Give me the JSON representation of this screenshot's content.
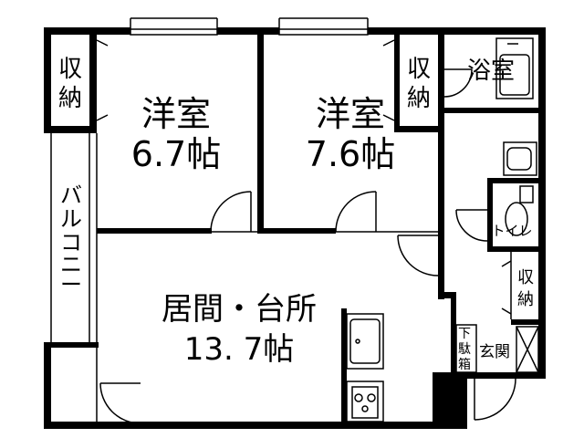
{
  "rooms": {
    "western1": {
      "name": "洋室",
      "size": "6.7帖"
    },
    "western2": {
      "name": "洋室",
      "size": "7.6帖"
    },
    "living": {
      "name": "居間・台所",
      "size": "13. 7帖"
    },
    "bath": {
      "name": "浴室"
    },
    "toilet": {
      "name": "トイレ"
    },
    "entrance": {
      "name": "玄関"
    }
  },
  "storage": {
    "left": [
      "収",
      "納"
    ],
    "mid": [
      "収",
      "納"
    ],
    "right": [
      "収",
      "納"
    ]
  },
  "balcony": [
    "バ",
    "ル",
    "コ",
    "ニ",
    "ー"
  ],
  "shoe_box": [
    "下",
    "駄",
    "箱"
  ],
  "colors": {
    "wall": "#000000",
    "line": "#000000",
    "background": "#ffffff"
  }
}
